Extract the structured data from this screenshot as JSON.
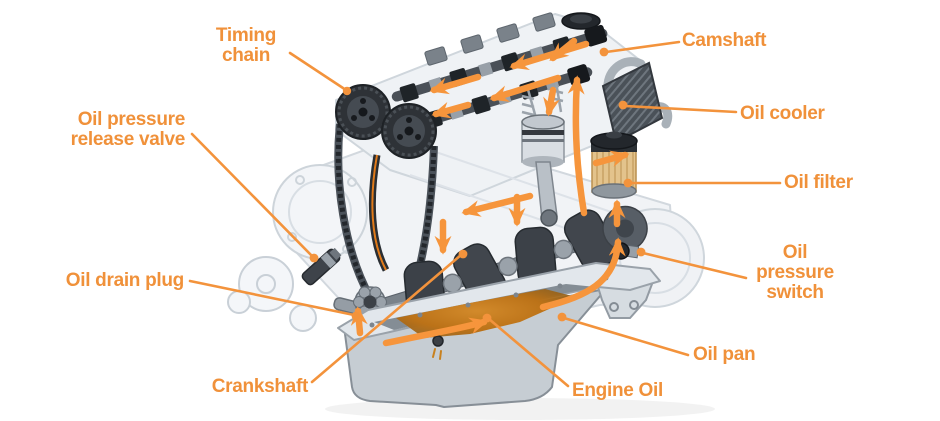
{
  "diagram": {
    "subject": "engine-oil-flow-cutaway",
    "colors": {
      "label_text": "#F0913A",
      "leader_line": "#F3933C",
      "flow_arrow": "#F6953C",
      "engine_oil": "#C8811F",
      "engine_ghost": "#EFF2F5",
      "dark_parts": "#3C4148"
    },
    "labels": [
      {
        "id": "timing-chain",
        "lines": [
          "Timing",
          "chain"
        ]
      },
      {
        "id": "oil-pressure-release-valve",
        "lines": [
          "Oil pressure",
          "release valve"
        ]
      },
      {
        "id": "oil-drain-plug",
        "lines": [
          "Oil drain plug"
        ]
      },
      {
        "id": "crankshaft",
        "lines": [
          "Crankshaft"
        ]
      },
      {
        "id": "engine-oil",
        "lines": [
          "Engine Oil"
        ]
      },
      {
        "id": "oil-pan",
        "lines": [
          "Oil pan"
        ]
      },
      {
        "id": "oil-pressure-switch",
        "lines": [
          "Oil",
          "pressure",
          "switch"
        ]
      },
      {
        "id": "oil-filter",
        "lines": [
          "Oil filter"
        ]
      },
      {
        "id": "oil-cooler",
        "lines": [
          "Oil cooler"
        ]
      },
      {
        "id": "camshaft",
        "lines": [
          "Camshaft"
        ]
      }
    ]
  }
}
